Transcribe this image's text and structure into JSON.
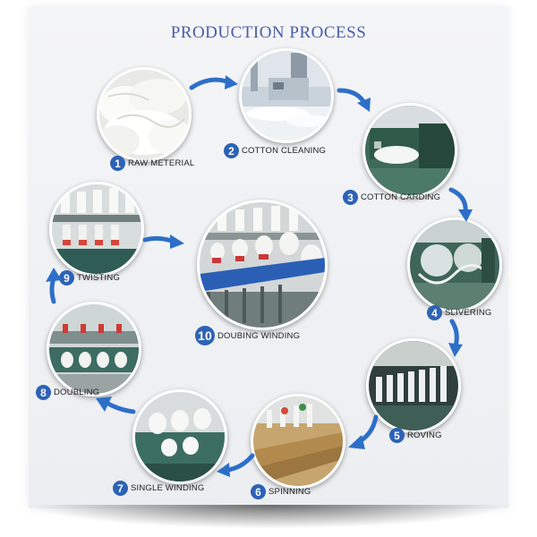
{
  "title": "PRODUCTION PROCESS",
  "accent_color": "#2d62b5",
  "steps": [
    {
      "number": "1",
      "label": "RAW METERIAL"
    },
    {
      "number": "2",
      "label": "COTTON  CLEANING"
    },
    {
      "number": "3",
      "label": "COTTON  CARDING"
    },
    {
      "number": "4",
      "label": "SLIVERING"
    },
    {
      "number": "5",
      "label": "ROVING"
    },
    {
      "number": "6",
      "label": "SPINNING"
    },
    {
      "number": "7",
      "label": "SINGLE WINDING"
    },
    {
      "number": "8",
      "label": "DOUBLING"
    },
    {
      "number": "9",
      "label": "TWISTING"
    },
    {
      "number": "10",
      "label": "DOUBING  WINDING"
    }
  ],
  "icons": {
    "flow_arrow": "curved-arrow-icon"
  }
}
